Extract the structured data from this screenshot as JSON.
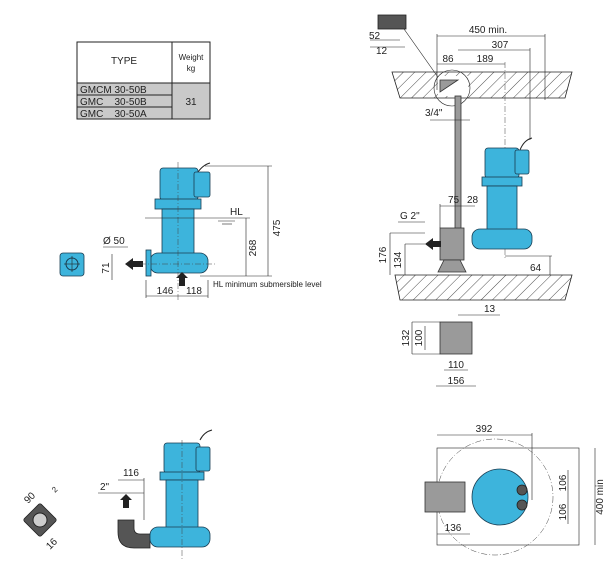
{
  "table": {
    "header_type": "TYPE",
    "header_weight_1": "Weight",
    "header_weight_2": "kg",
    "rows": [
      "GMCM 30-50B",
      "GMC    30-50B",
      "GMC    30-50A"
    ],
    "weight": "31"
  },
  "side_view": {
    "hl": "HL",
    "h475": "475",
    "h268": "268",
    "dia50": "Ø 50",
    "h71": "71",
    "w146": "146",
    "w118": "118",
    "note": "HL minimum submersible level"
  },
  "install_view": {
    "w450": "450 min.",
    "w307": "307",
    "w189": "189",
    "w86": "86",
    "d52": "52",
    "d12": "12",
    "pipe": "3/4\"",
    "w75": "75",
    "w28": "28",
    "g2": "G 2\"",
    "h176": "176",
    "h134": "134",
    "h64": "64"
  },
  "base_plate": {
    "w13": "13",
    "h132": "132",
    "h100": "100",
    "w110": "110",
    "w156": "156"
  },
  "elbow_view": {
    "d90": "90",
    "d16": "16",
    "d2": "2",
    "w116": "116",
    "pipe": "2\""
  },
  "top_view": {
    "w392": "392",
    "h106a": "106",
    "h106b": "106",
    "h400": "400 min",
    "w136": "136"
  },
  "colors": {
    "pump": "#3db4dc",
    "accessory": "#9a9a9a"
  }
}
